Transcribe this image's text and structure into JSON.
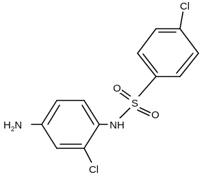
{
  "molecule": {
    "atoms": {
      "cl_top": "Cl",
      "sulfur": "S",
      "oxygen_left": "O",
      "oxygen_right": "O",
      "nh": "NH",
      "cl_bottom": "Cl",
      "amine_h": "H",
      "amine_sub": "2",
      "amine_n": "N"
    }
  }
}
